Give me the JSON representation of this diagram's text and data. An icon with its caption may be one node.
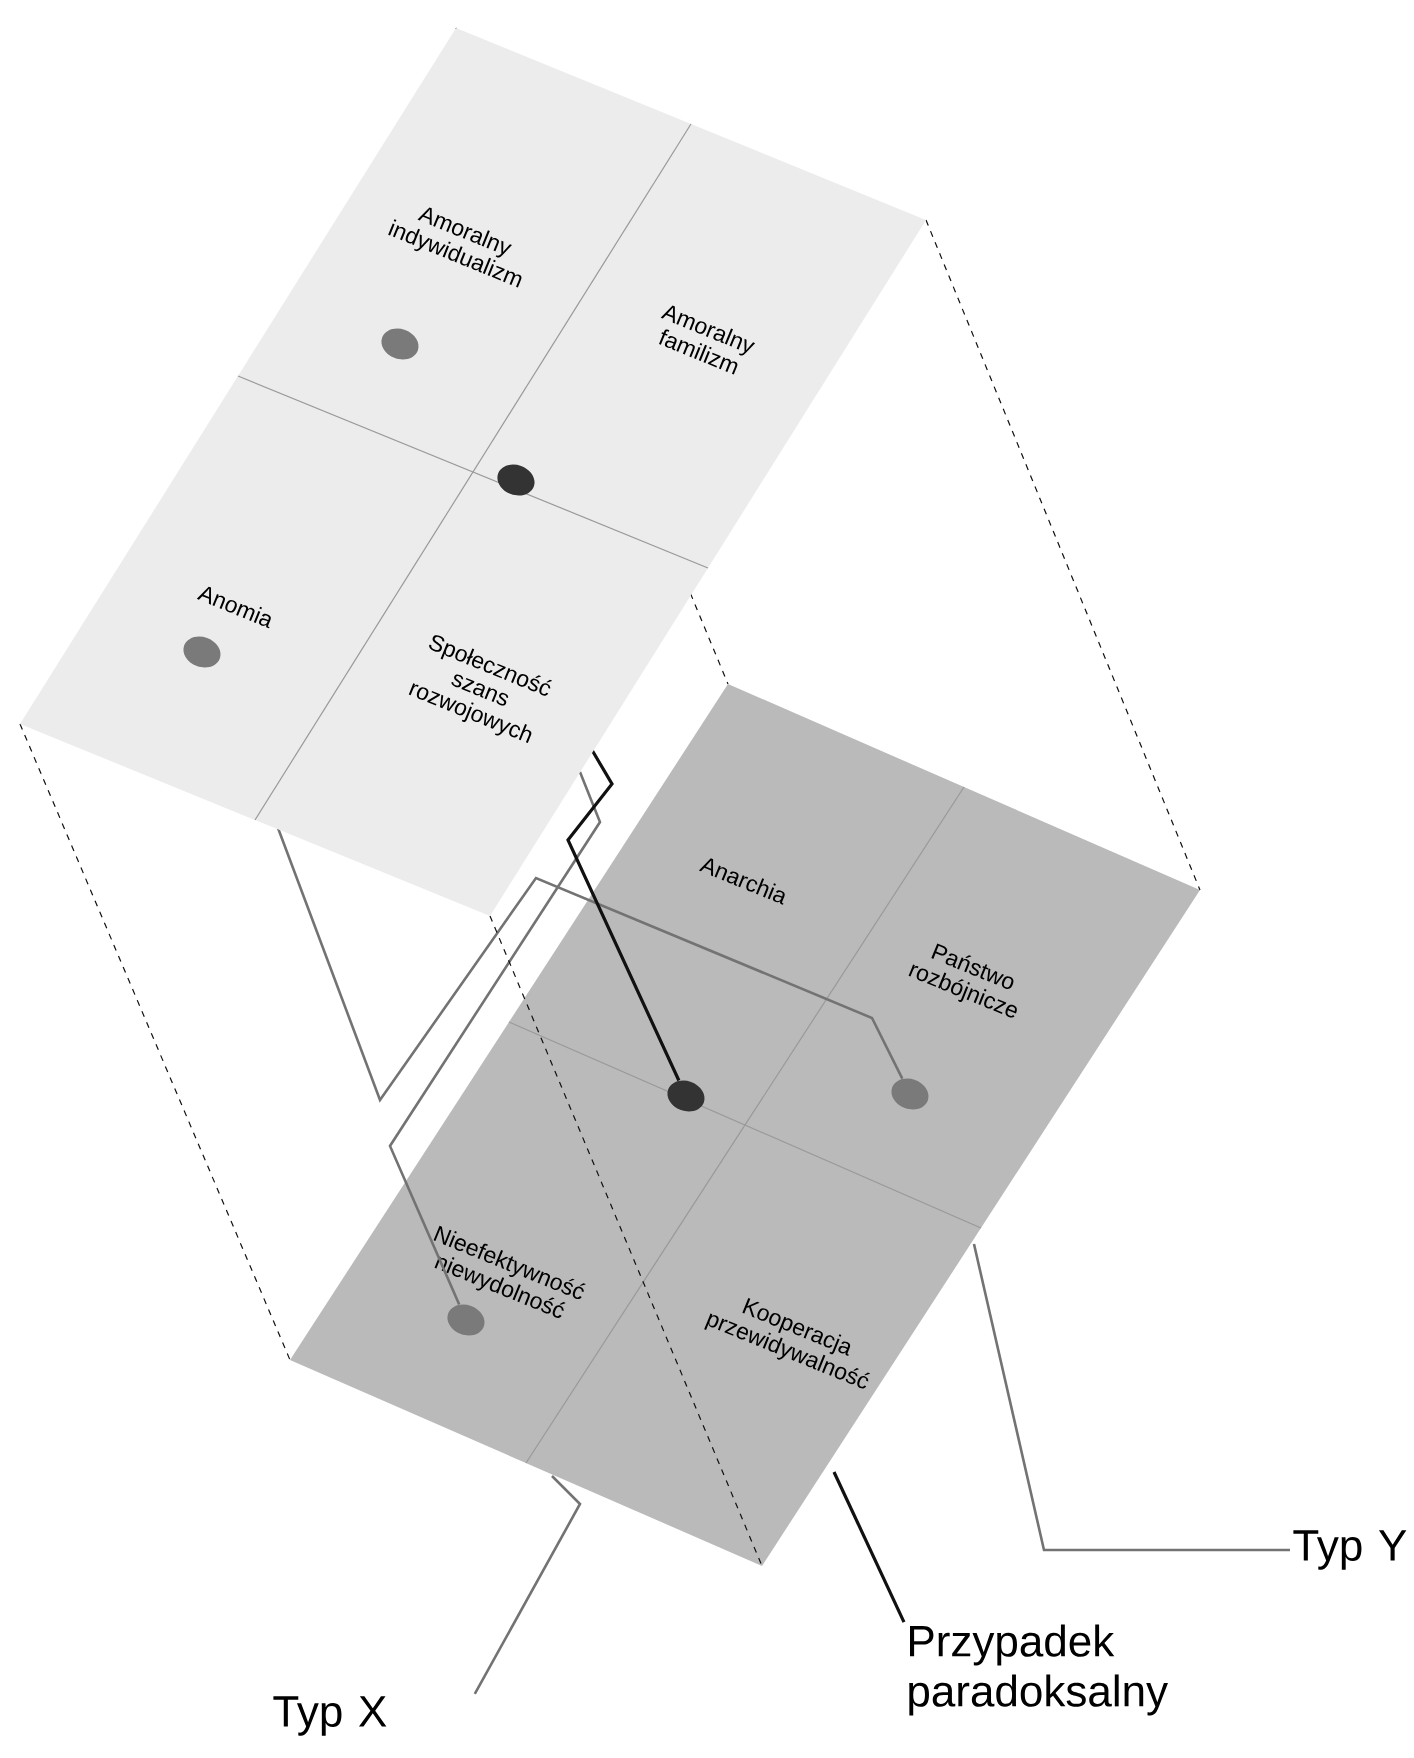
{
  "diagram": {
    "nodes": [
      {
        "text": [],
        "shape": "box"
      },
      {
        "text": [
          "Amoralny indywidualizm"
        ],
        "in": 0
      },
      {
        "text": [
          "Amoralny familizm"
        ],
        "in": 0
      },
      {
        "text": [
          "Anomia"
        ],
        "in": 0
      },
      {
        "text": [
          "Społeczność szans rozwojowych"
        ],
        "in": 0
      },
      {
        "text": [],
        "shape": "box"
      },
      {
        "text": [
          "Anarchia"
        ],
        "in": 5
      },
      {
        "text": [
          "Państwo rozbójnicze"
        ],
        "in": 5
      },
      {
        "text": [
          "Nieefektywność niewydolność"
        ],
        "in": 5
      },
      {
        "text": [
          "Kooperacja przewidywalność"
        ],
        "in": 5
      },
      {
        "text": [],
        "shape": "circle",
        "in": 0
      },
      {
        "text": [],
        "shape": "circle",
        "in": 0
      },
      {
        "text": [],
        "shape": "circle",
        "in": 0
      },
      {
        "text": [],
        "shape": "circle",
        "in": 5
      },
      {
        "text": [],
        "shape": "circle",
        "in": 5
      },
      {
        "text": [],
        "shape": "circle",
        "in": 5
      },
      {
        "text": [
          "Typ Y"
        ]
      },
      {
        "text": [
          "Przypadek paradoksalny"
        ]
      },
      {
        "text": [
          "Typ X"
        ]
      }
    ],
    "edges": [
      {
        "from": 0,
        "to": 15,
        "arrow": "none",
        "color": "#737373"
      },
      {
        "from": 0,
        "to": 14,
        "arrow": "none",
        "color": "#737373"
      },
      {
        "from": 0,
        "to": 13,
        "arrow": "none"
      },
      {
        "from": 0,
        "to": 5,
        "arrow": "none",
        "style": "dashed"
      },
      {
        "from": 0,
        "to": 5,
        "arrow": "none",
        "style": "dashed"
      },
      {
        "from": 0,
        "to": 5,
        "arrow": "none",
        "style": "dashed"
      },
      {
        "from": 0,
        "to": 5,
        "arrow": "none",
        "style": "dashed"
      },
      {
        "from": 16,
        "to": 5,
        "arrow": "none",
        "color": "#737373"
      },
      {
        "from": 17,
        "to": 5,
        "arrow": "none"
      },
      {
        "from": 18,
        "to": 5,
        "arrow": "none",
        "color": "#737373"
      }
    ]
  }
}
